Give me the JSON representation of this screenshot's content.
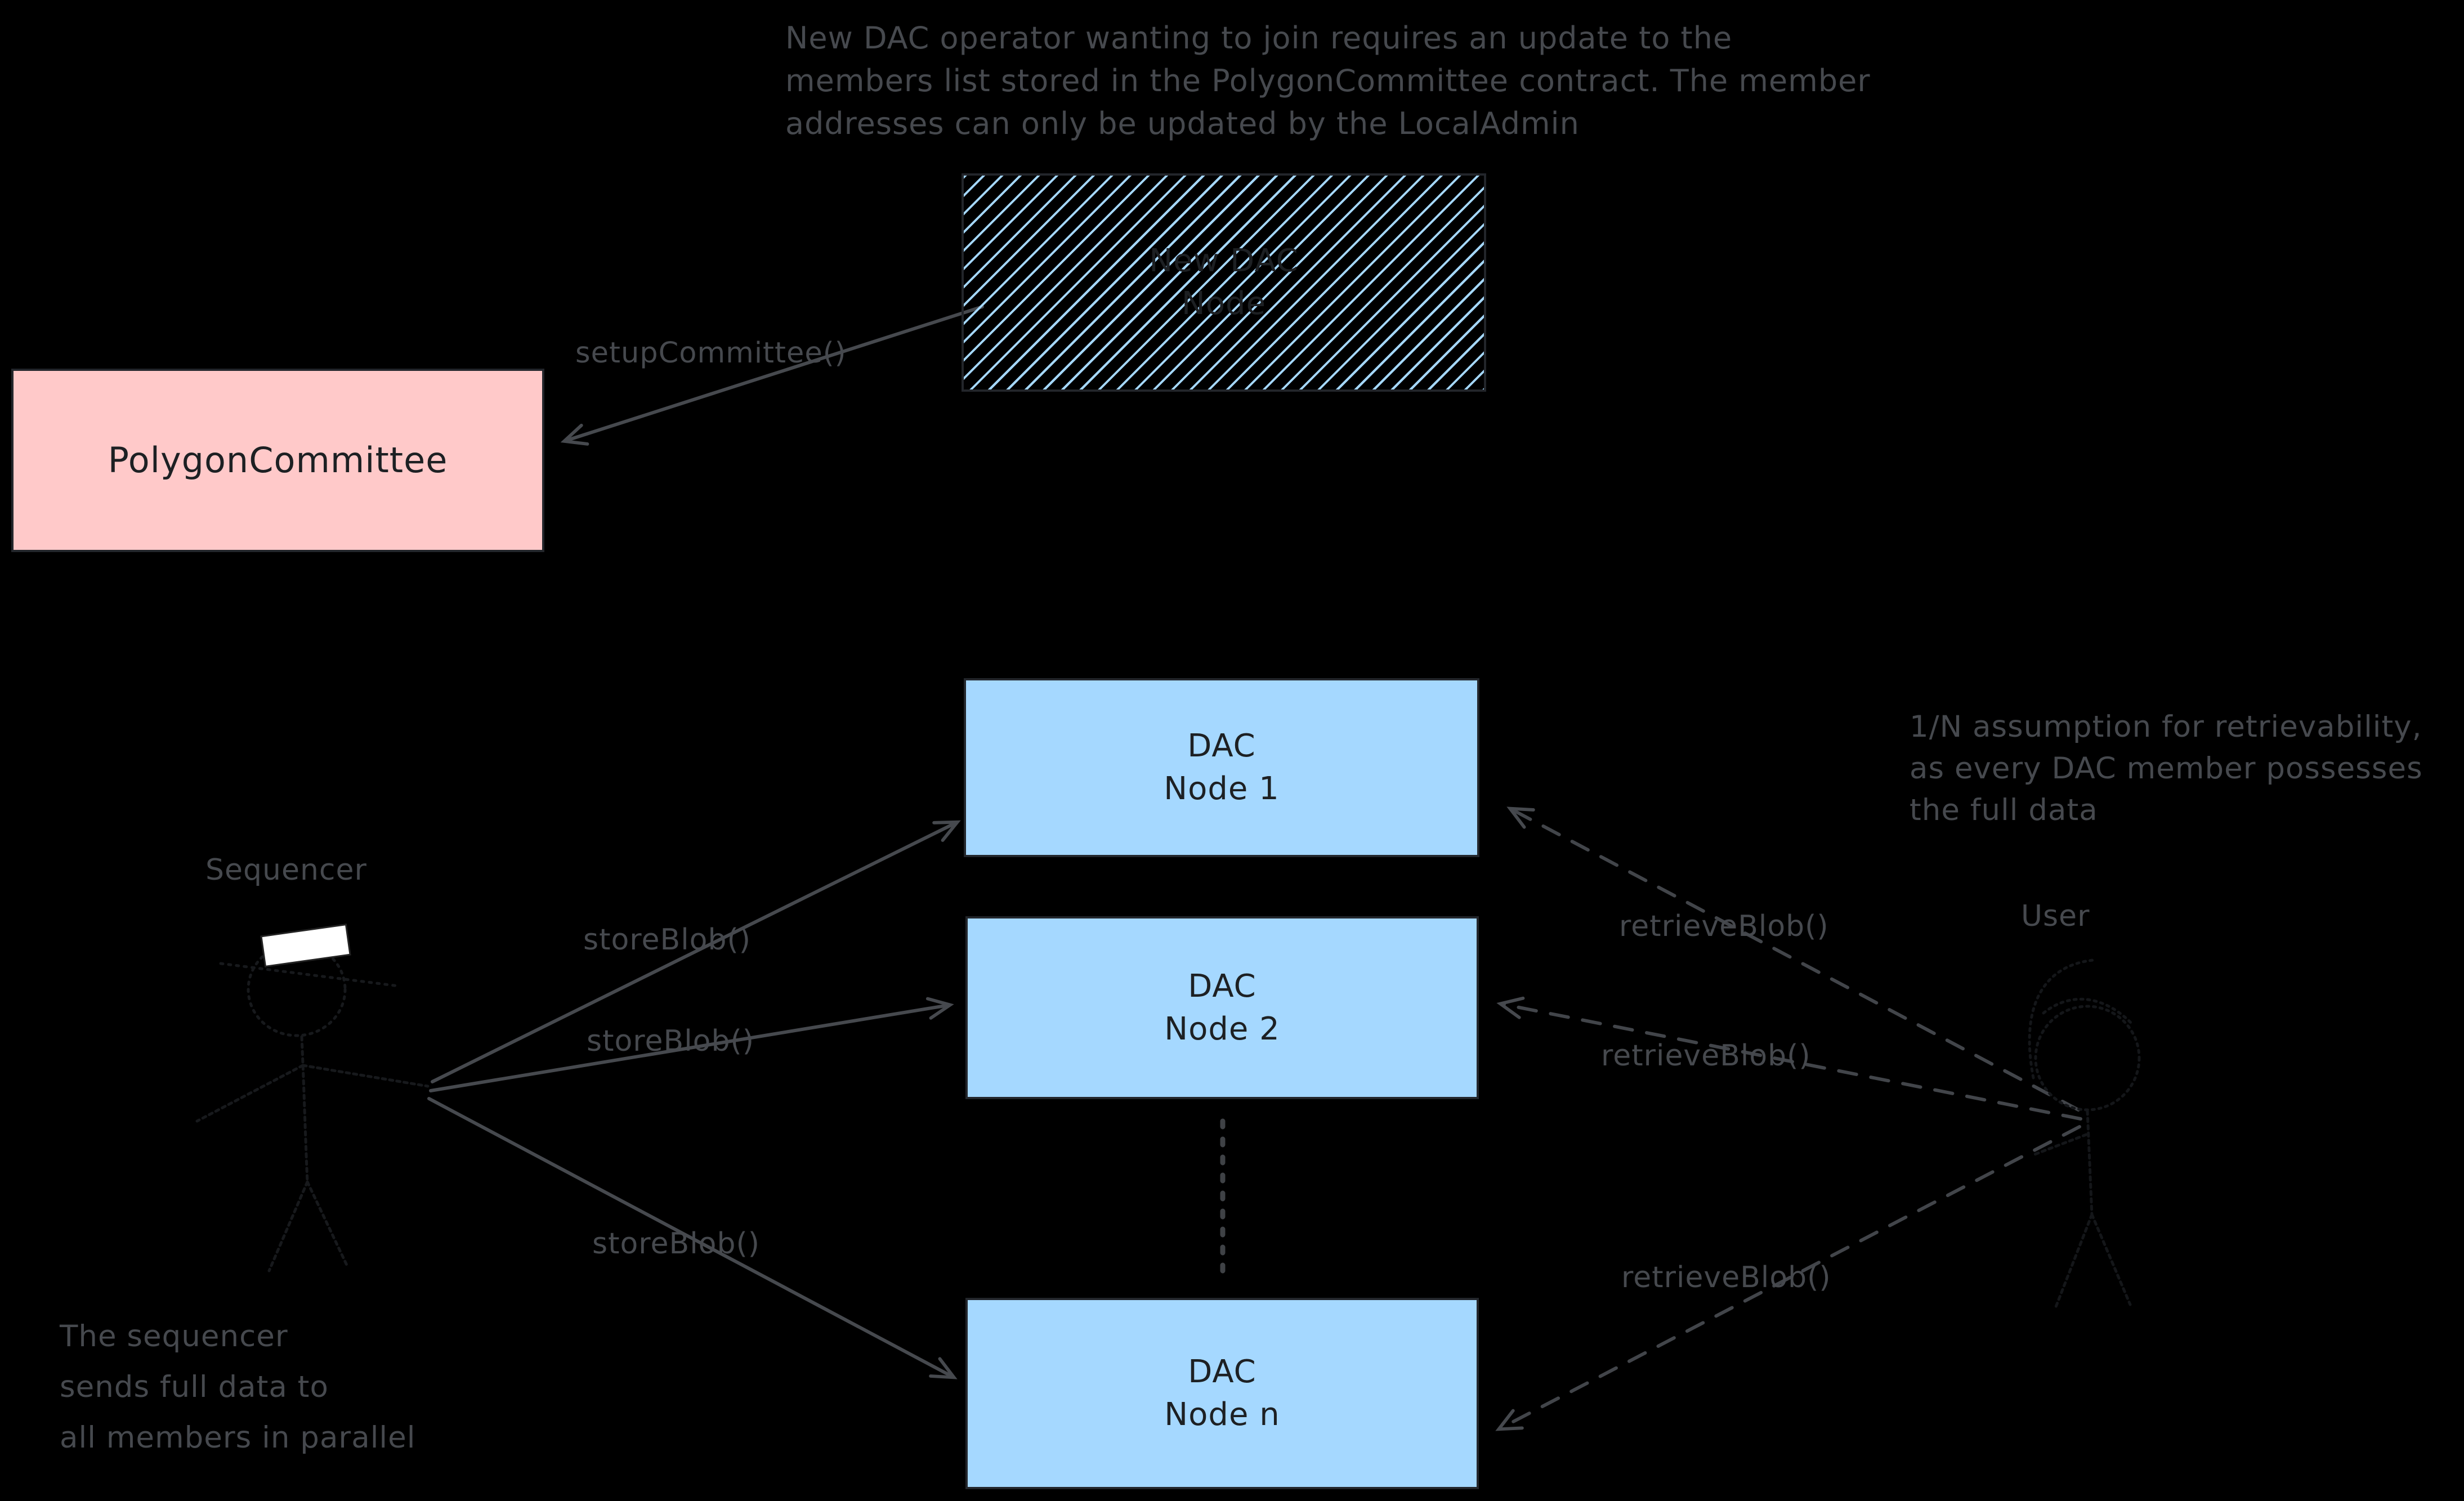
{
  "diagram": {
    "top_note": "New DAC operator wanting to join requires an update to the\nmembers list stored in the PolygonCommittee contract. The member\naddresses can only be updated by the LocalAdmin",
    "retrievability_note": "1/N assumption for retrievability,\nas every DAC member possesses\nthe full data",
    "sequencer_note": "The sequencer\nsends full data to\nall members in parallel",
    "actors": {
      "sequencer": "Sequencer",
      "user": "User"
    },
    "boxes": {
      "new_dac_node": {
        "label": "New DAC\nNode"
      },
      "polygon_committee": {
        "label": "PolygonCommittee"
      },
      "dac_node_1": {
        "label": "DAC\nNode 1"
      },
      "dac_node_2": {
        "label": "DAC\nNode 2"
      },
      "dac_node_n": {
        "label": "DAC\nNode n"
      }
    },
    "calls": {
      "setup_committee": "setupCommittee()",
      "store_blob_1": "storeBlob()",
      "store_blob_2": "storeBlob()",
      "store_blob_3": "storeBlob()",
      "retrieve_blob_1": "retrieveBlob()",
      "retrieve_blob_2": "retrieveBlob()",
      "retrieve_blob_3": "retrieveBlob()"
    },
    "colors": {
      "background": "#000000",
      "dac_node_fill": "#a5d8ff",
      "committee_fill": "#ffc9c9",
      "hatch_stroke": "#a5d8ff",
      "annotation_gray": "#46494e",
      "box_text": "#1d2023",
      "sequencer_hat": "#ffffff"
    }
  }
}
